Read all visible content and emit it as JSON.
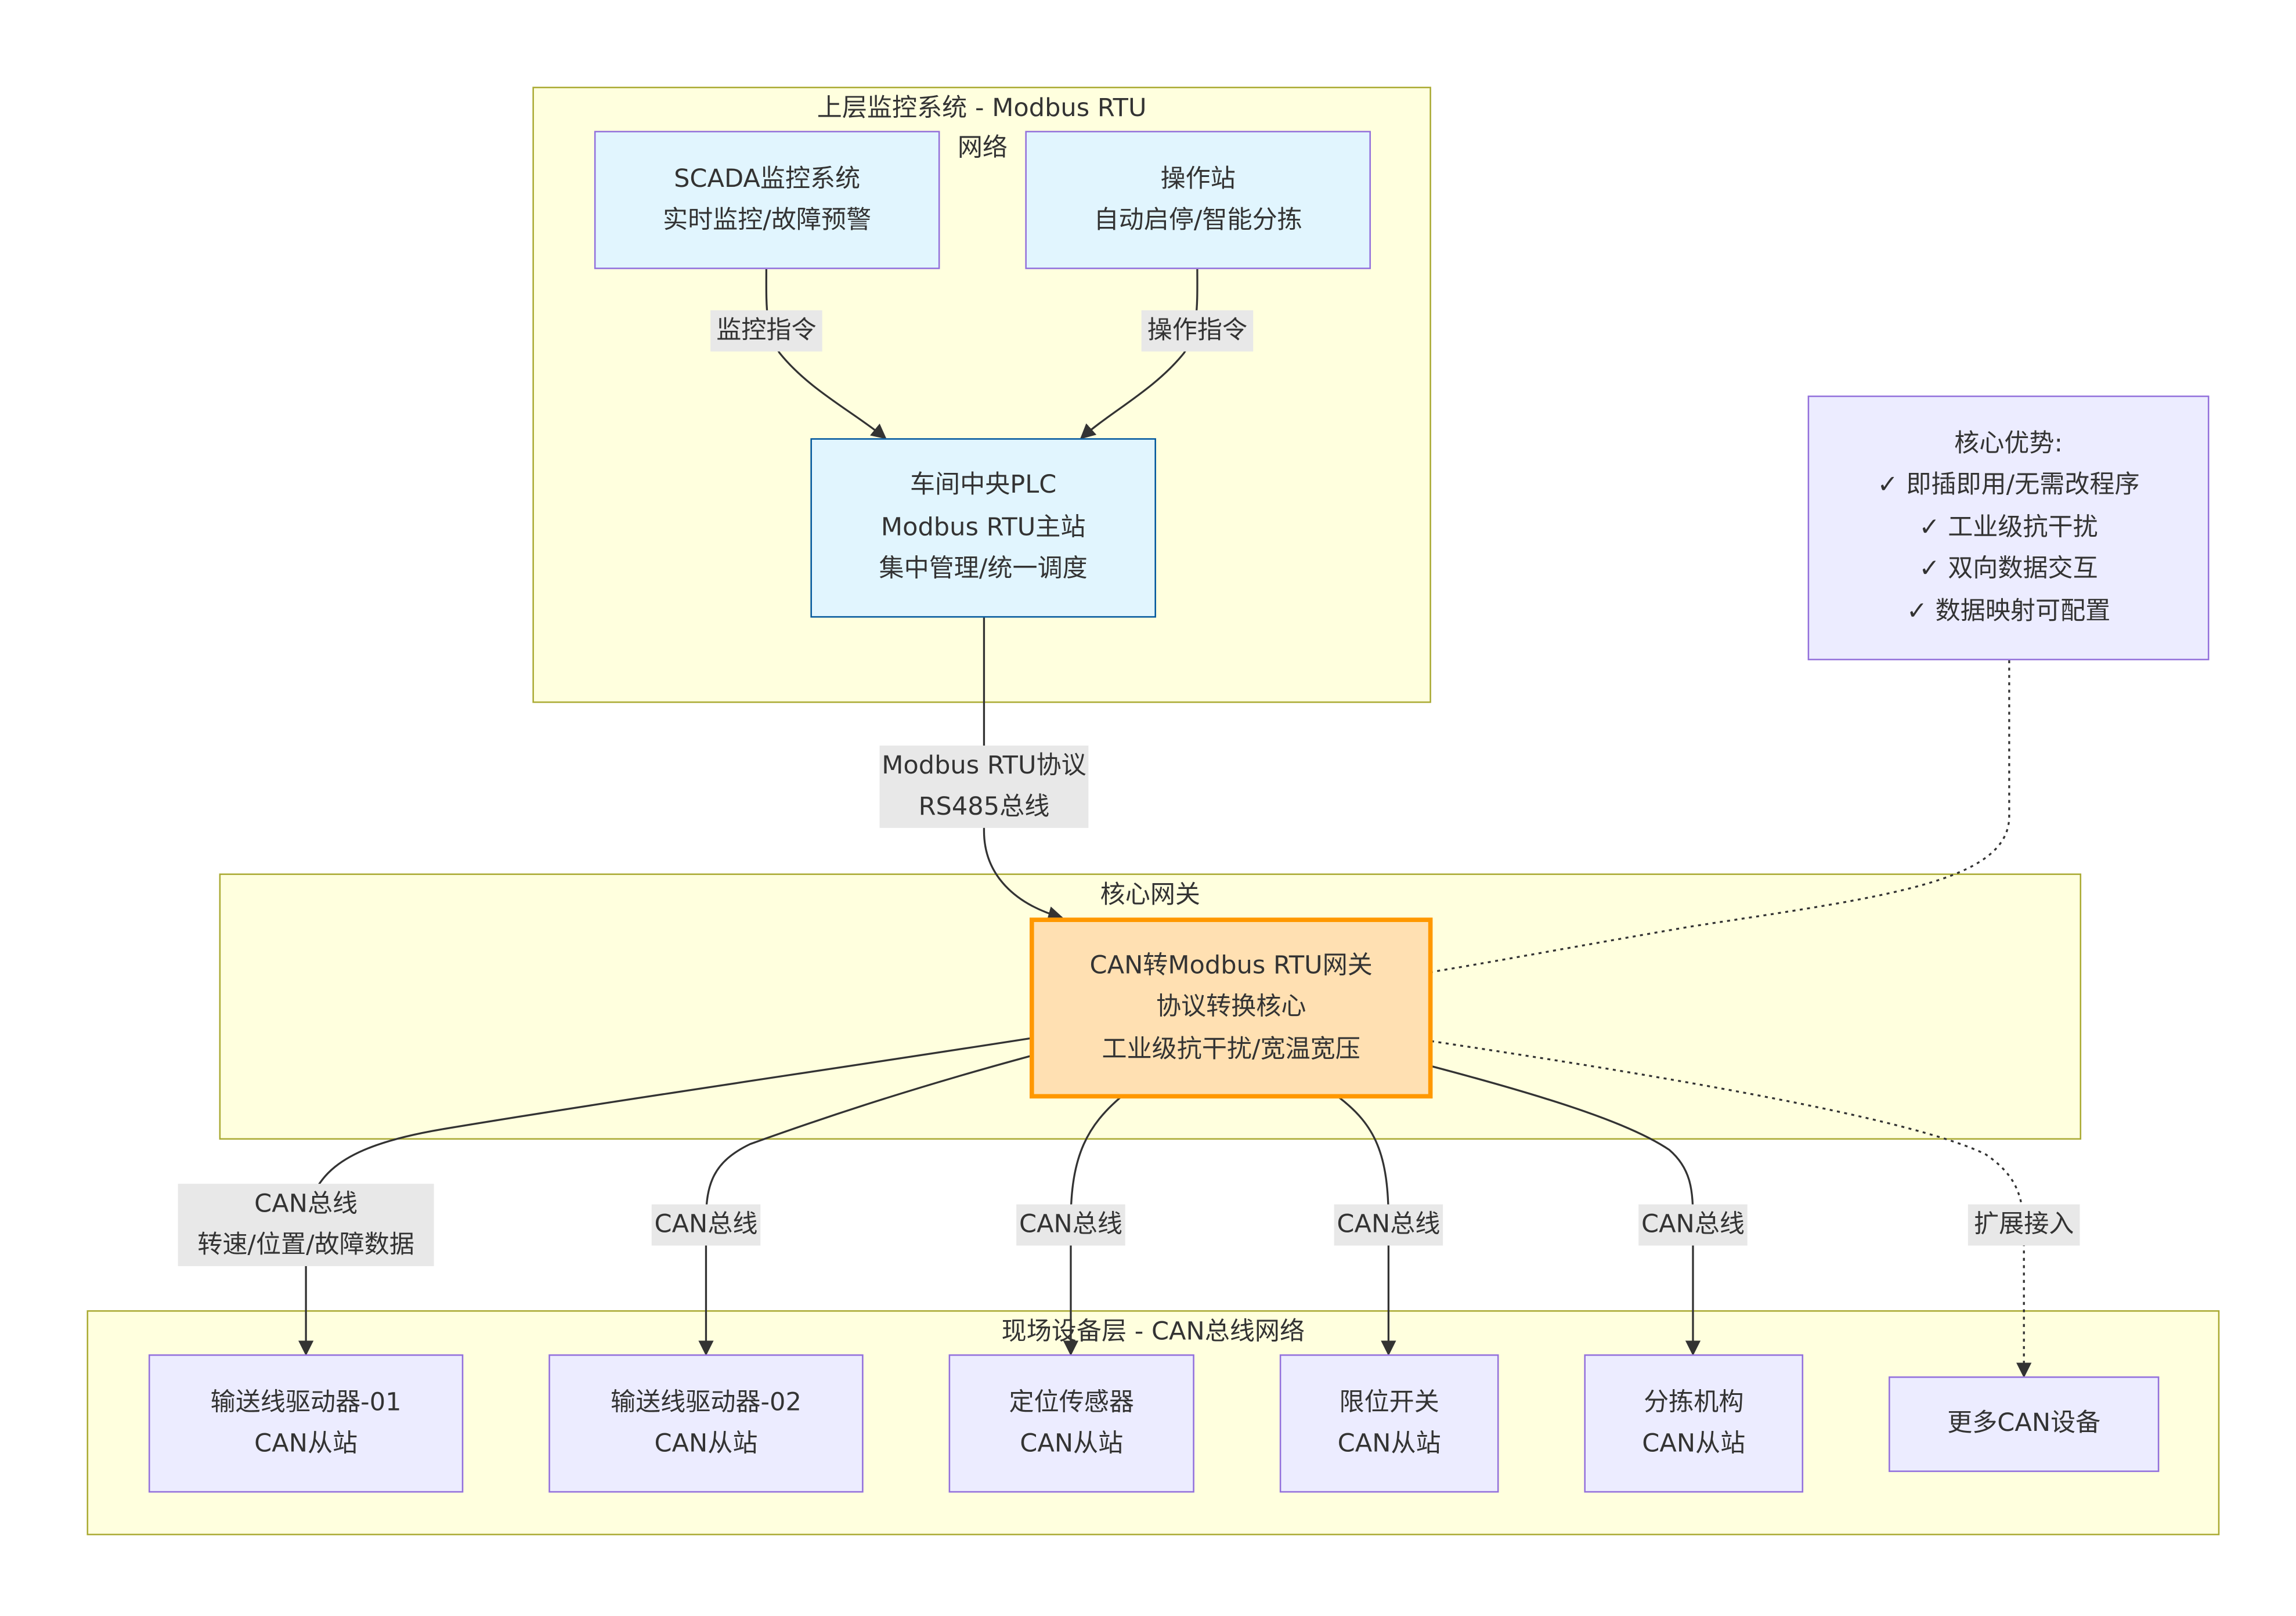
{
  "clusters": {
    "upper": {
      "title": "上层监控系统 - Modbus RTU",
      "title2": "网络"
    },
    "gateway": {
      "title": "核心网关"
    },
    "field": {
      "title": "现场设备层 - CAN总线网络"
    }
  },
  "nodes": {
    "scada": [
      "SCADA监控系统",
      "实时监控/故障预警"
    ],
    "station": [
      "操作站",
      "自动启停/智能分拣"
    ],
    "plc": [
      "车间中央PLC",
      "Modbus RTU主站",
      "集中管理/统一调度"
    ],
    "advantages": [
      "核心优势:",
      "✓ 即插即用/无需改程序",
      "✓ 工业级抗干扰",
      "✓ 双向数据交互",
      "✓ 数据映射可配置"
    ],
    "gateway": [
      "CAN转Modbus RTU网关",
      "协议转换核心",
      "工业级抗干扰/宽温宽压"
    ],
    "drive1": [
      "输送线驱动器-01",
      "CAN从站"
    ],
    "drive2": [
      "输送线驱动器-02",
      "CAN从站"
    ],
    "sensor": [
      "定位传感器",
      "CAN从站"
    ],
    "limit": [
      "限位开关",
      "CAN从站"
    ],
    "sorter": [
      "分拣机构",
      "CAN从站"
    ],
    "more": [
      "更多CAN设备"
    ]
  },
  "edge_labels": {
    "monitor_cmd": "监控指令",
    "operate_cmd": "操作指令",
    "modbus": [
      "Modbus RTU协议",
      "RS485总线"
    ],
    "can1": [
      "CAN总线",
      "转速/位置/故障数据"
    ],
    "can2": "CAN总线",
    "can3": "CAN总线",
    "can4": "CAN总线",
    "can5": "CAN总线",
    "expand": "扩展接入"
  }
}
